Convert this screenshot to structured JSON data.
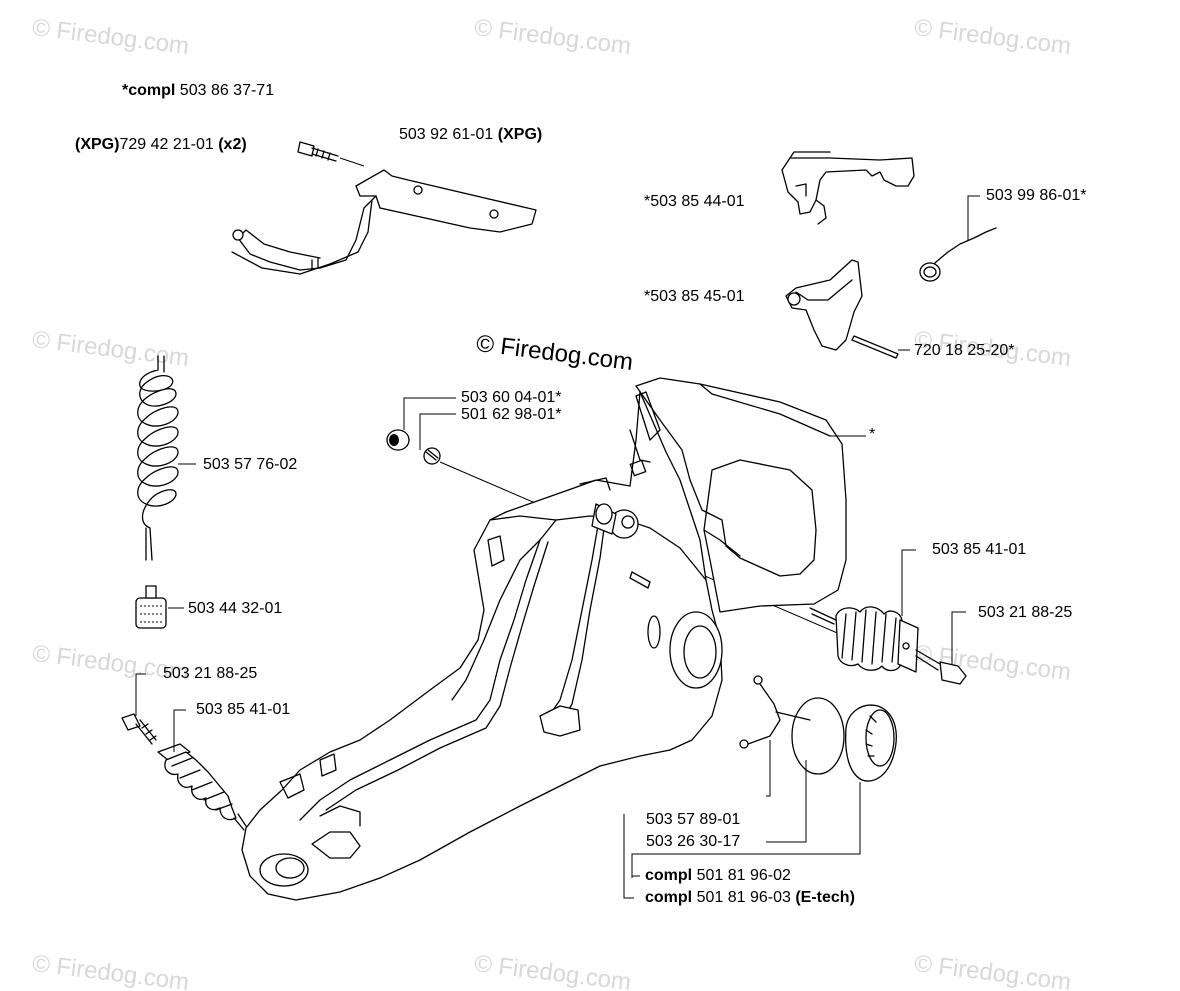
{
  "watermark": "© Firedog.com",
  "callouts": {
    "compl_top": {
      "prefix": "*compl",
      "part": "503 86 37-71"
    },
    "xpg_screw": {
      "prefix": "(XPG)",
      "part": "729 42 21-01",
      "suffix": "(x2)"
    },
    "xpg_bracket": {
      "part": "503 92 61-01",
      "suffix": "(XPG)"
    },
    "throttle_trigger": {
      "part": "*503 85 44-01"
    },
    "spring": {
      "part": "503 99 86-01*"
    },
    "throttle_lockout": {
      "part": "*503 85 45-01"
    },
    "pin": {
      "part": "720 18 25-20*"
    },
    "handle": {
      "part": "*"
    },
    "knob_a": {
      "part": "503 60 04-01*"
    },
    "knob_b": {
      "part": "501 62 98-01*"
    },
    "fuel_hose": {
      "part": "503 57 76-02"
    },
    "fuel_filter": {
      "part": "503 44 32-01"
    },
    "screw_left": {
      "part": "503 21 88-25"
    },
    "av_spring_left": {
      "part": "503 85 41-01"
    },
    "av_spring_right": {
      "part": "503 85 41-01"
    },
    "screw_right": {
      "part": "503 21 88-25"
    },
    "cap_strap": {
      "part": "503 57 89-01"
    },
    "o_ring": {
      "part": "503 26 30-17"
    },
    "cap_compl": {
      "prefix": "compl",
      "part": "501 81 96-02"
    },
    "cap_compl_etech": {
      "prefix": "compl",
      "part": "501 81 96-03",
      "suffix": "(E-tech)"
    }
  }
}
